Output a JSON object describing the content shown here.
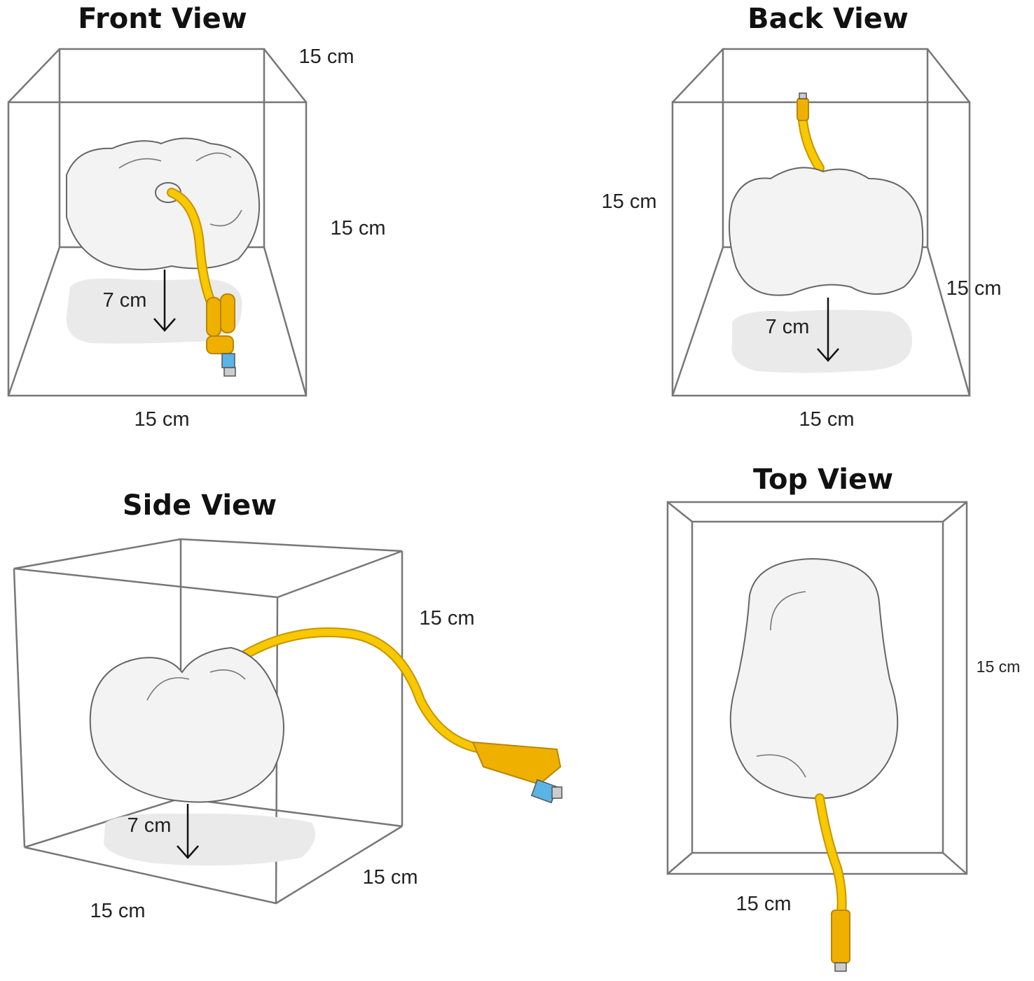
{
  "panels": {
    "front": {
      "title": "Front View",
      "dim_top": "15 cm",
      "dim_right": "15 cm",
      "dim_bottom": "15 cm",
      "drop": "7 cm"
    },
    "back": {
      "title": "Back View",
      "dim_left": "15 cm",
      "dim_right": "15 cm",
      "dim_bottom": "15 cm",
      "drop": "7 cm"
    },
    "side": {
      "title": "Side View",
      "dim_right": "15 cm",
      "dim_depth": "15 cm",
      "dim_bottom": "15 cm",
      "drop": "7 cm"
    },
    "top": {
      "title": "Top View",
      "dim_right": "15 cm",
      "dim_bottom": "15 cm"
    }
  },
  "colors": {
    "tube": "#f8c800",
    "tube_edge": "#c79500",
    "connector": "#5ab4e6",
    "bladder": "#f3f3f3"
  }
}
